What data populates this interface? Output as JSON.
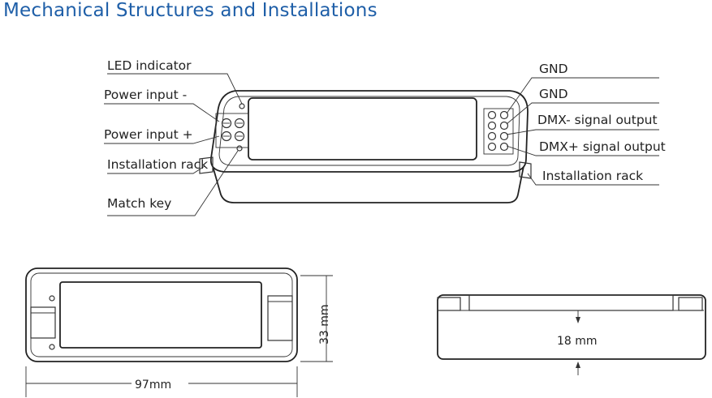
{
  "title": "Mechanical Structures and Installations",
  "callouts_left": {
    "led_indicator": "LED indicator",
    "power_input_minus": "Power input -",
    "power_input_plus": "Power input +",
    "installation_rack": "Installation rack",
    "match_key": "Match key"
  },
  "callouts_right": {
    "gnd_1": "GND",
    "gnd_2": "GND",
    "dmx_minus": "DMX- signal output",
    "dmx_plus": "DMX+ signal output",
    "installation_rack": "Installation rack"
  },
  "dimensions": {
    "length": "97mm",
    "width": "33 mm",
    "height": "18 mm"
  }
}
